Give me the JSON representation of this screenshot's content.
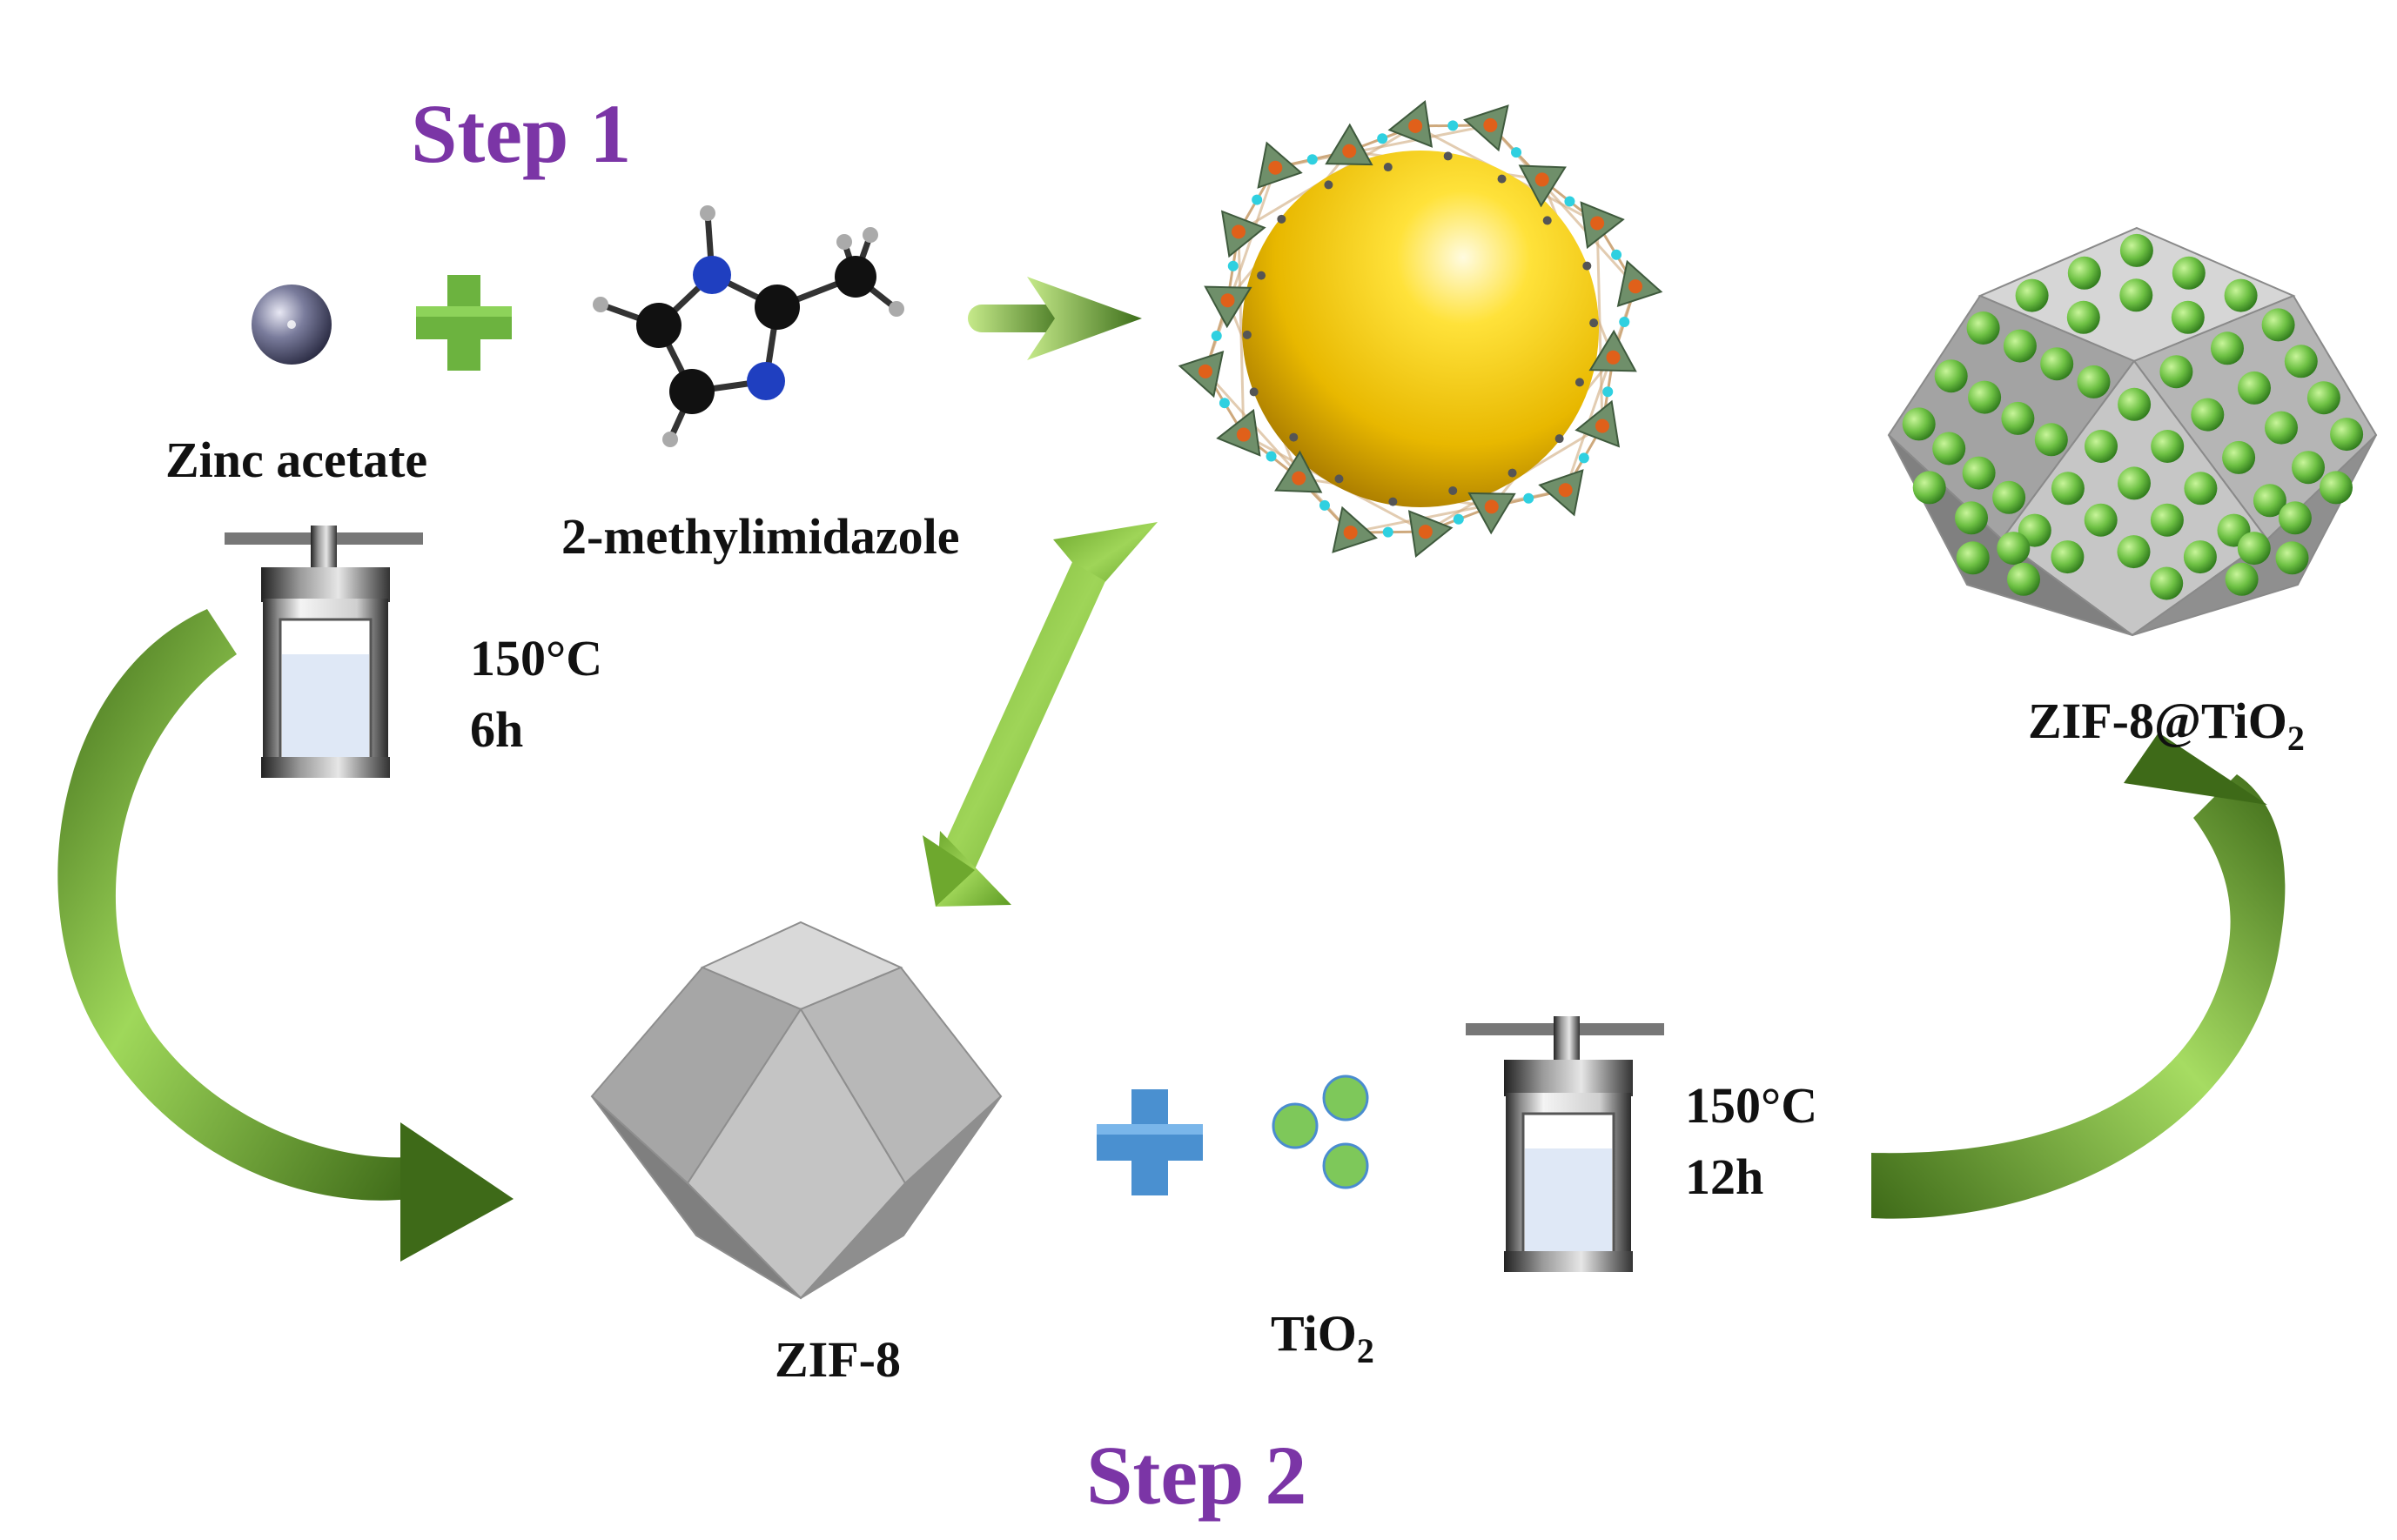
{
  "labels": {
    "step1": "Step 1",
    "step2": "Step 2",
    "zinc_acetate": "Zinc acetate",
    "methylimidazole": "2-methylimidazole",
    "condition1_temp": "150°C",
    "condition1_time": "6h",
    "condition2_temp": "150°C",
    "condition2_time": "12h",
    "zif8": "ZIF-8",
    "tio2_main": "TiO",
    "tio2_sub": "2",
    "zif8_tio2_main": "ZIF-8@TiO",
    "zif8_tio2_sub": "2"
  },
  "colors": {
    "step_text": "#7b35a6",
    "arrow_dark": "#3f6e1c",
    "arrow_light": "#a8dc5a",
    "plus_green": "#6cb33f",
    "plus_blue": "#4a90d0",
    "sphere_gold": "#f2c300",
    "polyhedron_gray": "#9b9b9b",
    "particle_green": "#6ec144"
  }
}
